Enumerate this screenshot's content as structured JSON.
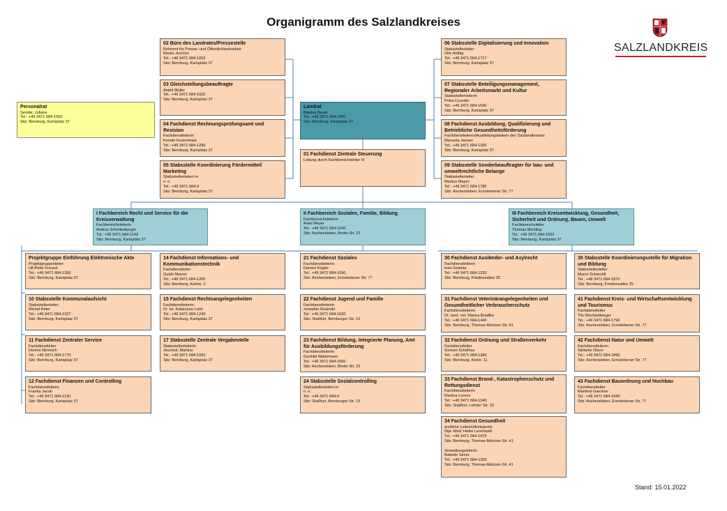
{
  "title": "Organigramm des Salzlandkreises",
  "logo_text": "SALZLANDKREIS",
  "stand": "Stand: 15.01.2022",
  "colors": {
    "box": "#fbd5b5",
    "landrat": "#4a9aaa",
    "fachbereich": "#9fcfd6",
    "personalrat": "#ffff99",
    "line": "#4a7fb5"
  },
  "boxes": [
    {
      "id": "personalrat",
      "title": "Personalrat",
      "lines": [
        "Sender, Juliane",
        "Tel.: +49 3471 684-1950",
        "Sitz: Bernburg, Karlsplatz 37"
      ]
    },
    {
      "id": "b02",
      "title": "02 Büro des Landrates/Pressestelle",
      "lines": [
        "Referent für Presse- und Öffentlichkeitsarbeit",
        "Marko Jeschor",
        "Tel.: +49 3471 684-1002",
        "Sitz: Bernburg, Karlsplatz 37"
      ]
    },
    {
      "id": "b03",
      "title": "03 Gleichstellungsbeauftragte",
      "lines": [
        "Astrid Müller",
        "Tel.: +49 3471 684-1020",
        "Sitz: Bernburg, Karlsplatz 37"
      ]
    },
    {
      "id": "b04",
      "title": "04 Fachdienst Rechnungsprüfungsamt und Revision",
      "lines": [
        "Fachdienstleiterin",
        "Kerstin Krummhaar",
        "Tel.: +49 3471 684-1290",
        "Sitz: Bernburg, Karlsplatz 37"
      ]
    },
    {
      "id": "b05",
      "title": "05 Stabsstelle Koordinierung Fördermittel/ Marketing",
      "lines": [
        "Stabsstellenleiter/-in",
        "n. n.",
        "Tel.: +49 3471 684-0",
        "Sitz: Bernburg, Karlsplatz 37"
      ]
    },
    {
      "id": "landrat",
      "title": "Landrat",
      "lines": [
        "Markus Bauer",
        "Tel.: +49 3471 684-1000",
        "Sitz: Bernburg, Karlsplatz 37"
      ]
    },
    {
      "id": "b01",
      "title": "01 Fachdienst Zentrale Steuerung",
      "lines": [
        "Leitung durch Fachbereichsleiter III"
      ]
    },
    {
      "id": "b06",
      "title": "06 Stabsstelle Digitalisierung und Innovation",
      "lines": [
        "Stabsstellenleiter",
        "Dirk Helbig",
        "Tel.: +49 3471 684-1717",
        "Sitz: Bernburg, Karlsplatz 37"
      ]
    },
    {
      "id": "b07",
      "title": "07 Stabsstelle Beteiligungsmanagement, Regionaler Arbeitsmarkt und Kultur",
      "lines": [
        "Stabsstellenleiterin",
        "Petra Czuratis",
        "Tel.: +49 3471 684-1540",
        "Sitz: Bernburg, Karlsplatz 37"
      ]
    },
    {
      "id": "b08",
      "title": "08 Fachdienst Ausbildung, Qualifizierung und Betriebliche Gesundheitsförderung",
      "lines": [
        "Fachdienstleiterin/Ausbildungsleiterin des Salzlandkreises",
        "Manuela Jansen",
        "Tel.: +49 3471 684-1183",
        "Sitz: Bernburg, Karlsplatz 37"
      ]
    },
    {
      "id": "b09",
      "title": "09 Stabsstelle Sonderbeauftragter für bau- und umweltrechtliche Belange",
      "lines": [
        "Stabsstellenleiter",
        "Markus Mayer",
        "Tel.: +49 3471 684-1780",
        "Sitz: Aschersleben, Ermslebener Str. 77"
      ]
    },
    {
      "id": "fb1",
      "title": "I Fachbereich Recht und Service für die Kreisverwaltung",
      "lines": [
        "Fachbereichsleiterin",
        "Andrea Schellenberger",
        "Tel.: +49 3471 684-1140",
        "Sitz: Bernburg, Karlsplatz 37"
      ]
    },
    {
      "id": "fb2",
      "title": "II Fachbereich Soziales, Familie, Bildung",
      "lines": [
        "Fachbereichsleiterin",
        "Anke Meyer",
        "Tel.: +49 3471 684-1040",
        "Sitz: Aschersleben, Breite Str. 22"
      ]
    },
    {
      "id": "fb3",
      "title": "III Fachbereich Kreisentwicklung, Gesundheit, Sicherheit und Ordnung, Bauen, Umwelt",
      "lines": [
        "Fachbereichsleiter",
        "Thomas Michling",
        "Tel.: +49 3471 684-1050",
        "Sitz: Bernburg, Karlsplatz 37"
      ]
    },
    {
      "id": "pg",
      "title": "Projektgruppe Einführung Elektronische Akte",
      "lines": [
        "Projektgruppenleiter",
        "Ulf-Peter Freund",
        "Tel.: +49 3471 684-1260",
        "Sitz: Bernburg, Karlsplatz 37"
      ]
    },
    {
      "id": "b10",
      "title": "10 Stabsstelle Kommunalaufsicht",
      "lines": [
        "Stabsstellenleiter",
        "Michel Peter",
        "Tel.: +49 3471 684-1327",
        "Sitz: Bernburg, Karlsplatz 37"
      ]
    },
    {
      "id": "b11",
      "title": "11 Fachdienst Zentraler Service",
      "lines": [
        "Fachdienstleiter",
        "Dennis Nimmich",
        "Tel.: +49 3471 684-1770",
        "Sitz: Bernburg, Karlsplatz 37"
      ]
    },
    {
      "id": "b12",
      "title": "12 Fachdienst Finanzen und Controlling",
      "lines": [
        "Fachdienstleiterin",
        "Franka Jacob",
        "Tel.: +49 3471 684-1130",
        "Sitz: Bernburg, Karlsplatz 37"
      ]
    },
    {
      "id": "b14",
      "title": "14 Fachdienst Informations- und Kommunikationstechnik",
      "lines": [
        "Fachdienstleiter",
        "Guido Maurer",
        "Tel.: +49 3471 684-1200",
        "Sitz: Bernburg, Karlstr. 2"
      ]
    },
    {
      "id": "b15",
      "title": "15 Fachdienst Rechtsangelegenheiten",
      "lines": [
        "Fachdienstleiterin",
        "Dr. iur. Katarzyna Lortz",
        "Tel.: +49 3471 684-1240",
        "Sitz: Bernburg, Karlsplatz 37"
      ]
    },
    {
      "id": "b17",
      "title": "17 Stabsstelle Zentrale Vergabestelle",
      "lines": [
        "Stabsstellenleiterin",
        "Jeschek, Martina",
        "Tel.: +49 3471 684-1060",
        "Sitz: Bernburg, Karlsplatz 37"
      ]
    },
    {
      "id": "b21",
      "title": "21 Fachdienst Soziales",
      "lines": [
        "Fachdienstleiterin",
        "Doreen Kügler",
        "Tel.: +49 3471 684-1590",
        "Sitz: Aschersleben, Ermslebener Str. 77"
      ]
    },
    {
      "id": "b22",
      "title": "22 Fachdienst Jugend und Familie",
      "lines": [
        "Fachdienstleiterin",
        "Josephin Rosinski",
        "Tel.: +49 3471 684-1630",
        "Sitz: Staßfurt, Bernburger Str. 13"
      ]
    },
    {
      "id": "b23",
      "title": "23 Fachdienst Bildung, Integrierte Planung, Amt für Ausbildungsförderung",
      "lines": [
        "Fachdienstleiterin",
        "Gunhild Watermann",
        "Tel.: +49 3471 684-1560",
        "Sitz: Aschersleben, Breite Str. 22"
      ]
    },
    {
      "id": "b24",
      "title": "24 Stabsstelle Sozialcontrolling",
      "lines": [
        "Stabsstellenleiter/-in",
        "n. n.",
        "Tel.: +49 3471 684-0",
        "Sitz: Staßfurt, Bernburger Str. 13"
      ]
    },
    {
      "id": "b30",
      "title": "30 Fachdienst Ausländer- und Asylrecht",
      "lines": [
        "Fachdienstleiterin",
        "Ines Gelenia",
        "Tel.: +49 3471 684-1330",
        "Sitz: Bernburg, Friedensallee 25"
      ]
    },
    {
      "id": "b31",
      "title": "31 Fachdienst Veterinärangelegenheiten und Gesundheitlicher Verbraucherschutz",
      "lines": [
        "Fachdienstleiterin",
        "Dr. med. vet. Marina Bradtke",
        "Tel.: +49 3471 684-1440",
        "Sitz: Bernburg, Thomas-Müntzer-Str. 41"
      ]
    },
    {
      "id": "b32",
      "title": "32 Fachdienst Ordnung und Straßenverkehr",
      "lines": [
        "Fachdienstleiter",
        "Gereon Schelhas",
        "Tel.: +49 3471 684-1380",
        "Sitz: Bernburg, Kelstr. 11"
      ]
    },
    {
      "id": "b33",
      "title": "33 Fachdienst Brand-, Katastrophenschutz und Rettungsdienst",
      "lines": [
        "Fachdienstleiterin",
        "Martina Lorenz",
        "Tel.: +49 3471 684-1340",
        "Sitz: Staßfurt, Lehrter Str. 15"
      ]
    },
    {
      "id": "b34",
      "title": "34 Fachdienst Gesundheit",
      "lines": [
        "ärztliche Leiterin/Amtsärztin",
        "Dipl.-Med. Heike Leonhardt",
        "Tel.: +49 3471 684-1470",
        "Sitz: Bernburg, Thomas-Müntzer-Str. 41",
        "",
        "Verwaltungsleiterin",
        "Babette Senst",
        "Tel.: +49 3471 684-1305",
        "Sitz: Bernburg, Thomas-Müntzer-Str. 41"
      ]
    },
    {
      "id": "b35",
      "title": "35 Stabsstelle Koordinierungsstelle für Migration und Bildung",
      "lines": [
        "Stabsstellenleiter",
        "Marco Schmoldt",
        "Tel.: +49 3471 684-1870",
        "Sitz: Bernburg, Friedensallee 25"
      ]
    },
    {
      "id": "b41",
      "title": "41 Fachdienst Kreis- und Wirtschaftsentwicklung und Tourismus",
      "lines": [
        "Fachdienstleiter",
        "Tilo Wechselberger",
        "Tel.: +49 3471 684-1790",
        "Sitz: Aschersleben, Ermslebener Str. 77"
      ]
    },
    {
      "id": "b42",
      "title": "42 Fachdienst Natur und Umwelt",
      "lines": [
        "Fachdienstleiterin",
        "Stefanie Olsen",
        "Tel.: +49 3471 684-1890",
        "Sitz: Aschersleben, Ermslebener Str. 77"
      ]
    },
    {
      "id": "b43",
      "title": "43 Fachdienst Bauordnung und Hochbau",
      "lines": [
        "Fachdienstleiter",
        "Manfred Gaertner",
        "Tel.: +49 3471 684-1840",
        "Sitz: Aschersleben, Ermslebener Str. 77"
      ]
    }
  ]
}
